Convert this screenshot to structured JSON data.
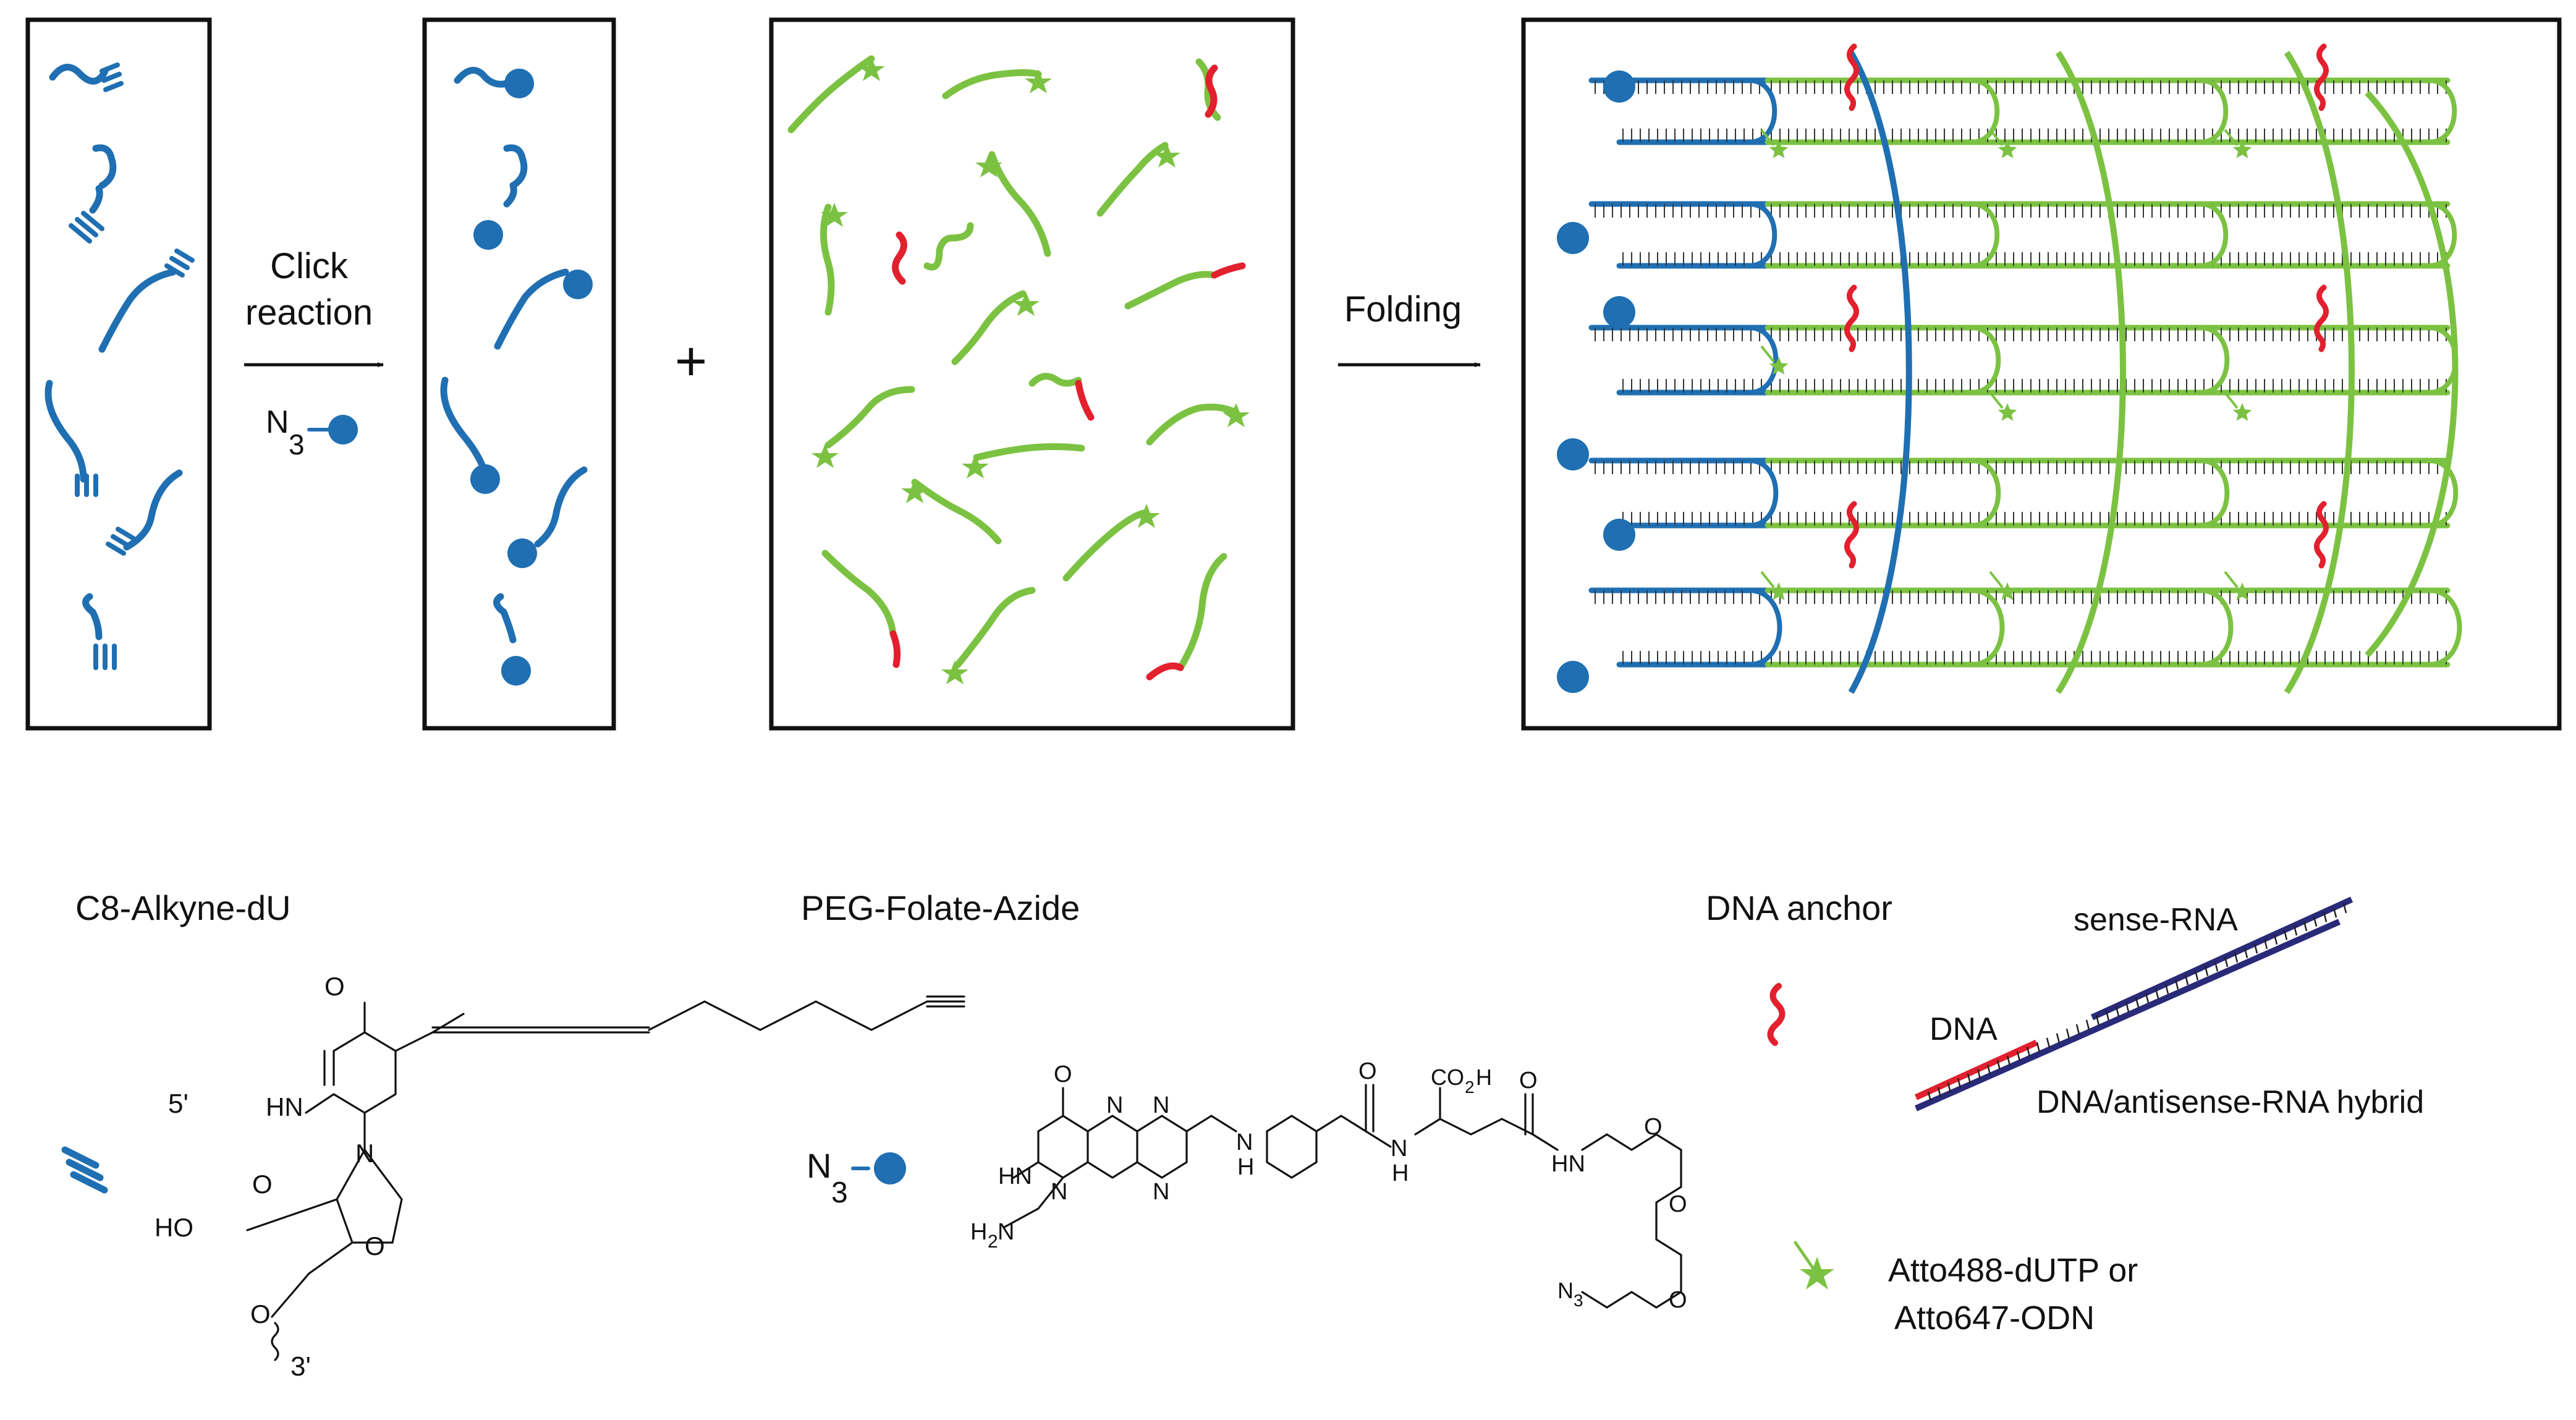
{
  "colors": {
    "dna_blue": "#1f6fb2",
    "rna_green": "#7cc242",
    "anchor_red": "#e2202e",
    "sense_navy": "#2a2a7a",
    "outline": "#111111"
  },
  "process": {
    "step1_label_line1": "Click",
    "step1_label_line2": "reaction",
    "reagent_text": "N",
    "reagent_subscript": "3",
    "plus": "+",
    "step2_label": "Folding"
  },
  "legend": {
    "alkyne": {
      "title": "C8-Alkyne-dU",
      "five_prime": "5'",
      "three_prime": "3'",
      "atoms": {
        "o_top": "O",
        "hn": "HN",
        "o_left": "O",
        "n": "N",
        "ho": "HO",
        "o_ring": "O",
        "o_bottom": "O"
      }
    },
    "azide": {
      "title": "PEG-Folate-Azide",
      "symbol_text": "N",
      "symbol_subscript": "3",
      "atoms": {
        "o1": "O",
        "hn1": "HN",
        "h2n": "H",
        "h2n_sub": "2",
        "h2n_n": "N",
        "n1": "N",
        "n2": "N",
        "n3": "N",
        "n4": "N",
        "nh": "N",
        "h": "H",
        "o_amide": "O",
        "co2h": "CO",
        "co2h_sub": "2",
        "co2h_h": "H",
        "n_h": "N",
        "h_b": "H",
        "o_amide2": "O",
        "hn2": "HN",
        "o_peg1": "O",
        "o_peg2": "O",
        "o_peg3": "O",
        "n3_term": "N",
        "n3_term_sub": "3"
      }
    },
    "anchor": {
      "title": "DNA anchor",
      "sense": "sense-RNA",
      "dna": "DNA",
      "hybrid": "DNA/antisense-RNA hybrid"
    },
    "dye": {
      "line1": "Atto488-dUTP or",
      "line2": "Atto647-ODN"
    }
  }
}
